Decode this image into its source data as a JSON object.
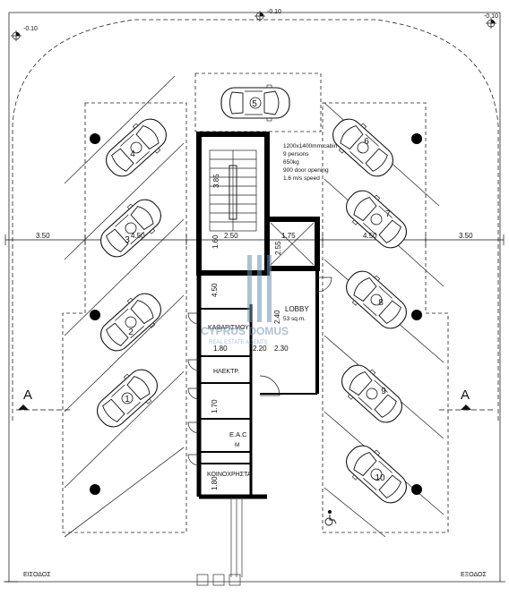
{
  "levels": {
    "top_left": "-0.10",
    "top_mid": "-0.10",
    "top_right": "-0.10"
  },
  "dimensions": {
    "left_outer": "3.50",
    "left_inner": "4.50",
    "core_width": "2.50",
    "shaft_width": "1.75",
    "right_inner": "4.50",
    "right_outer": "3.50",
    "stair_length": "3.85",
    "core_height": "1.60",
    "shaft_height": "2.55",
    "corridor": "4.50",
    "lobby_height": "2.40",
    "lobby_w1": "2.20",
    "lobby_w2": "2.30",
    "cleaning_w": "1.80",
    "elec_h": "1.70",
    "common_h": "1.80"
  },
  "elevator_note": [
    "1200x1400mm cabin",
    "9 persons",
    "650kg",
    "900 door opening",
    "1.6 m/s speed"
  ],
  "rooms": {
    "lobby": "LOBBY",
    "lobby_area": "53 sq.m.",
    "cleaning": "ΚΑΘΑΡΙΣΜΟΥ",
    "electrical": "ΗΛΕΚΤΡ.",
    "eac": "E.A.C",
    "eac_sub": "M",
    "common": "ΚΟΙΝΟΧΡΗΣΤΑ"
  },
  "parking_spaces": [
    "1",
    "2",
    "3",
    "4",
    "5",
    "6",
    "7",
    "8",
    "9",
    "10"
  ],
  "section_marks": {
    "left": "A",
    "right": "A"
  },
  "entrances": {
    "left": "ΕΙΣΟΔΟΣ",
    "right": "ΕΞΟΔΟΣ"
  },
  "watermark": {
    "brand": "CYPRUS DOMUS",
    "tagline": "REAL ESTATE AGENTS"
  }
}
